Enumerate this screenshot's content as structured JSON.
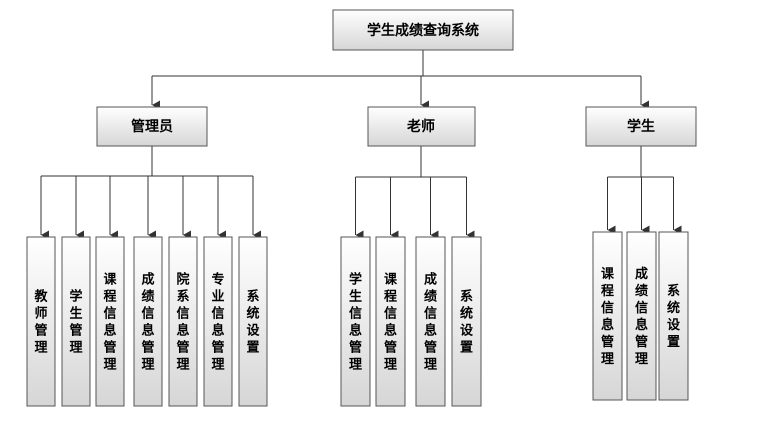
{
  "diagram": {
    "title": "学生成绩查询系统",
    "roles": [
      {
        "label": "管理员",
        "modules": [
          "教师管理",
          "学生管理",
          "课程信息管理",
          "成绩信息管理",
          "院系信息管理",
          "专业信息管理",
          "系统设置"
        ]
      },
      {
        "label": "老师",
        "modules": [
          "学生信息管理",
          "课程信息管理",
          "成绩信息管理",
          "系统设置"
        ]
      },
      {
        "label": "学生",
        "modules": [
          "课程信息管理",
          "成绩信息管理",
          "系统设置"
        ]
      }
    ]
  },
  "colors": {
    "box_top": "#ffffff",
    "box_bottom": "#d6d6d6",
    "border": "#555555",
    "line": "#333333"
  }
}
